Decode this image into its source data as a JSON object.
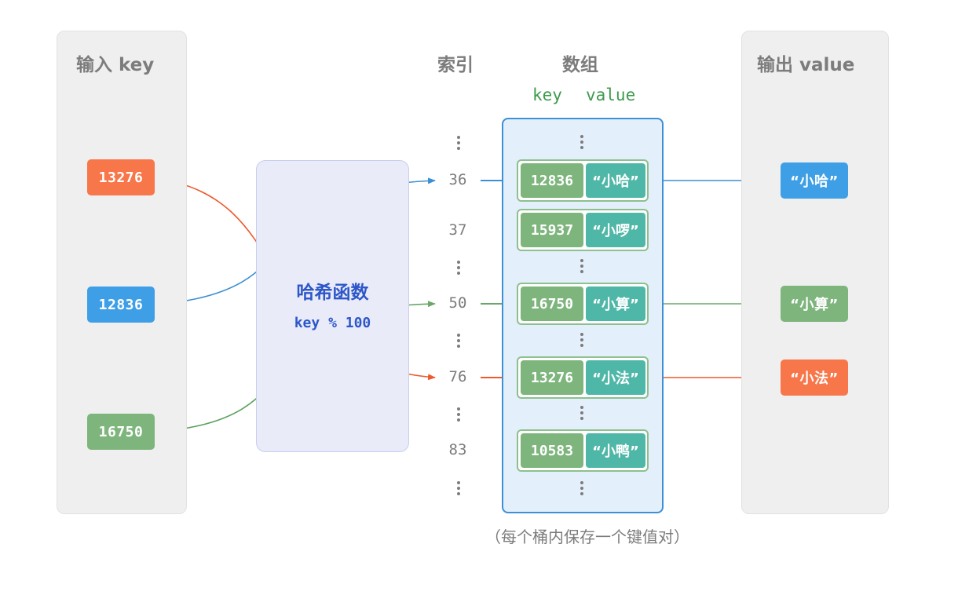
{
  "input_panel": {
    "title": "输入 key",
    "keys": [
      "13276",
      "12836",
      "16750"
    ]
  },
  "hash_function": {
    "title": "哈希函数",
    "formula": "key % 100"
  },
  "index_header": "索引",
  "array_header": "数组",
  "array_subheader": {
    "key": "key",
    "value": "value"
  },
  "indices": [
    "36",
    "37",
    "50",
    "76",
    "83"
  ],
  "buckets": [
    {
      "key": "12836",
      "value": "“小哈”"
    },
    {
      "key": "15937",
      "value": "“小啰”"
    },
    {
      "key": "16750",
      "value": "“小算”"
    },
    {
      "key": "13276",
      "value": "“小法”"
    },
    {
      "key": "10583",
      "value": "“小鸭”"
    }
  ],
  "output_panel": {
    "title": "输出 value",
    "values": [
      "“小哈”",
      "“小算”",
      "“小法”"
    ]
  },
  "note": "（每个桶内保存一个键值对）",
  "colors": {
    "orange": "#f7764a",
    "blue": "#3e9fe6",
    "green": "#7db57c",
    "teal": "#4fb7a7",
    "hash": "#2d57c9"
  }
}
